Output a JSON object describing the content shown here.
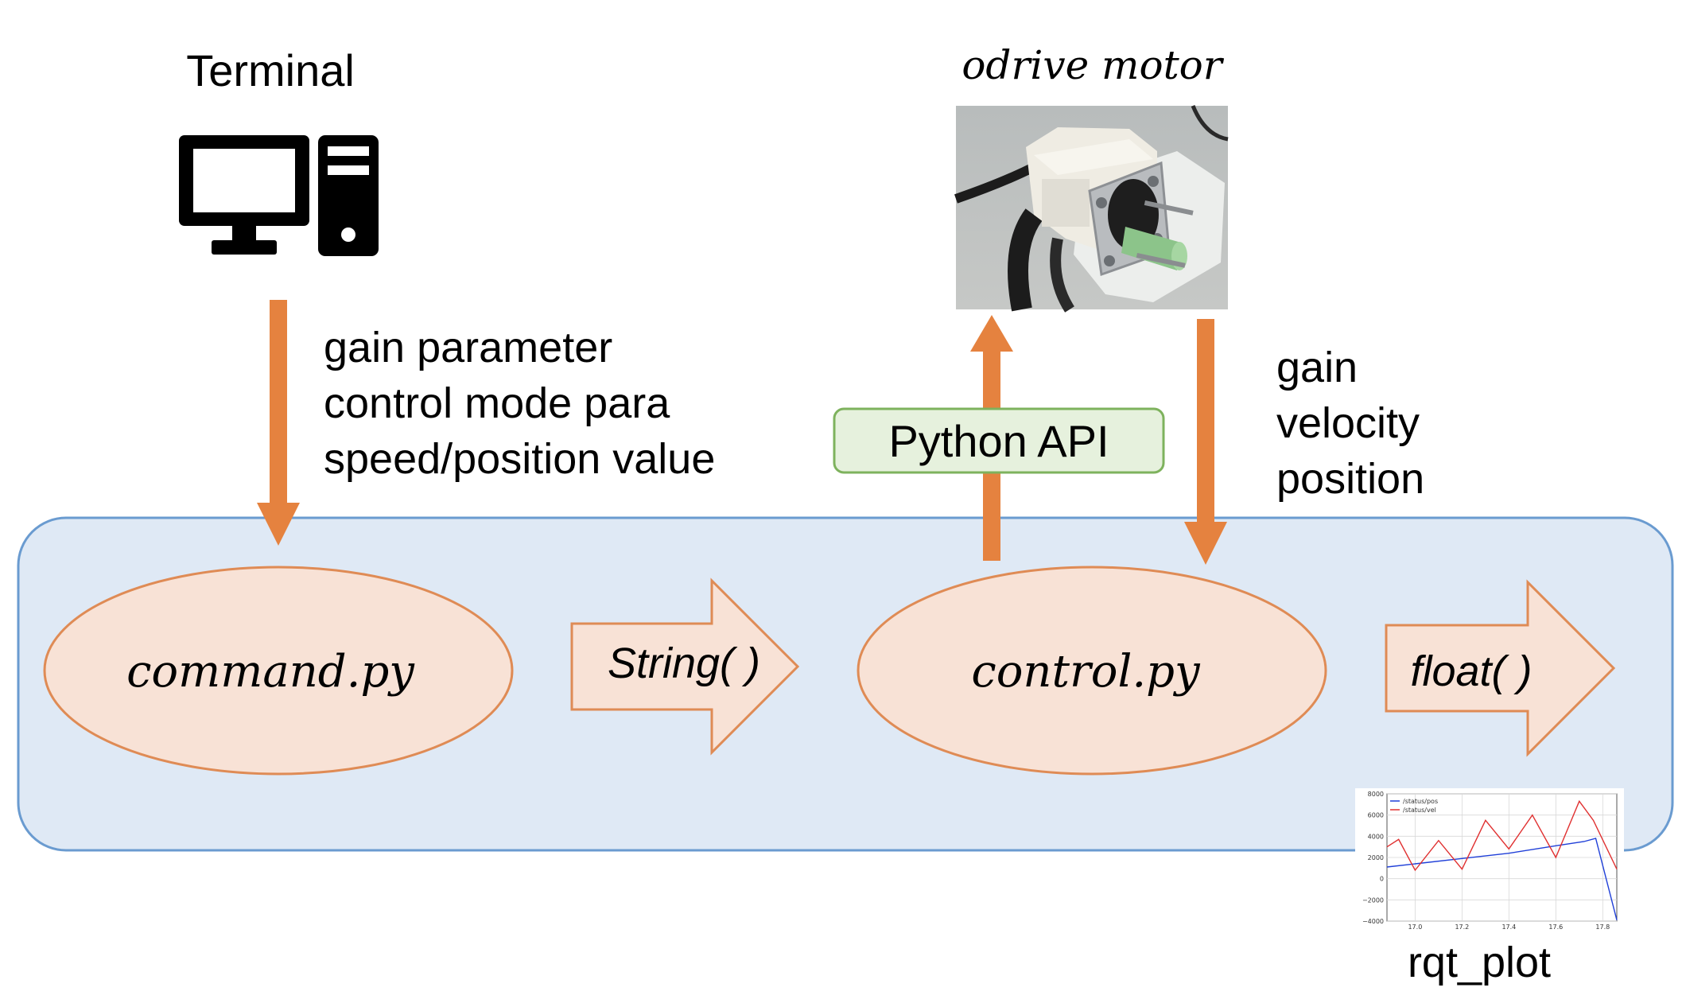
{
  "terminal": {
    "label": "Terminal",
    "icon": "desktop-computer-icon"
  },
  "terminal_to_command": {
    "lines": [
      "gain parameter",
      "control mode para",
      "speed/position value"
    ]
  },
  "odrive": {
    "label": "odrive motor",
    "photo": "odrive-motor-photo"
  },
  "python_api": {
    "label": "Python API"
  },
  "motor_feedback": {
    "lines": [
      "gain",
      "velocity",
      "position"
    ]
  },
  "nodes": {
    "command": "command.py",
    "control": "control.py"
  },
  "flow_arrows": {
    "string": "String( )",
    "float": "float( )"
  },
  "rqt_plot": {
    "label": "rqt_plot",
    "chart_data": {
      "type": "line",
      "ylim": [
        -4000,
        8000
      ],
      "yticks": [
        "8000",
        "6000",
        "4000",
        "2000",
        "0",
        "−2000",
        "−4000"
      ],
      "xticks": [
        "17.0",
        "17.2",
        "17.4",
        "17.6",
        "17.8"
      ],
      "grid": true,
      "legend_position": "top-left",
      "series": [
        {
          "name": "/status/pos",
          "color": "#1f3fd8",
          "x": [
            16.88,
            17.0,
            17.2,
            17.4,
            17.6,
            17.72,
            17.77,
            17.86
          ],
          "y": [
            1100,
            1400,
            1900,
            2400,
            3100,
            3500,
            3800,
            -3900
          ]
        },
        {
          "name": "/status/vel",
          "color": "#e03030",
          "x": [
            16.88,
            16.93,
            17.0,
            17.1,
            17.2,
            17.3,
            17.4,
            17.5,
            17.6,
            17.7,
            17.76,
            17.86
          ],
          "y": [
            3000,
            3700,
            800,
            3600,
            900,
            5500,
            2800,
            6000,
            2000,
            7300,
            5500,
            900
          ]
        }
      ]
    }
  },
  "colors": {
    "accent_arrow": "#e5823f",
    "container_fill": "#dfe9f5",
    "container_stroke": "#6a9bd0",
    "node_fill": "#f8e2d6",
    "node_stroke": "#df8b55",
    "api_fill": "#e6f1dd",
    "api_stroke": "#7eb25d"
  }
}
